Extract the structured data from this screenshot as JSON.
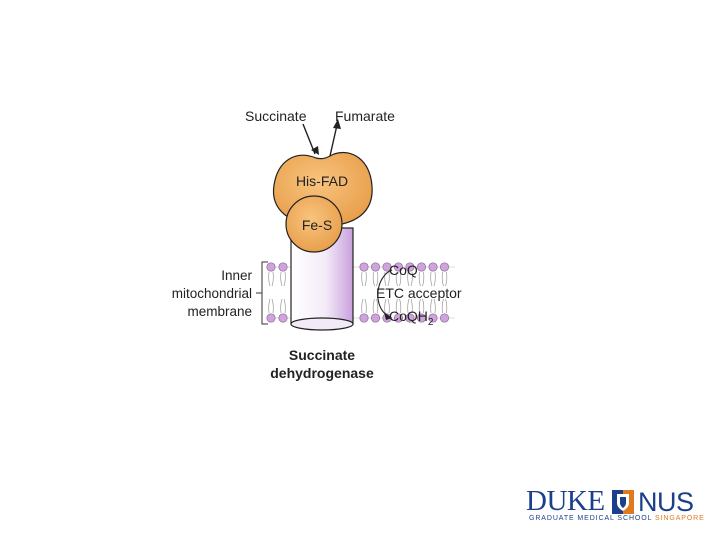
{
  "diagram": {
    "succinate": "Succinate",
    "fumarate": "Fumarate",
    "his_fad": "His-FAD",
    "fe_s": "Fe-S",
    "membrane_label": [
      "Inner",
      "mitochondrial",
      "membrane"
    ],
    "coq": "CoQ",
    "etc_acceptor": "ETC acceptor",
    "coqh2": "CoQH",
    "coqh2_sub": "2",
    "caption": [
      "Succinate",
      "dehydrogenase"
    ]
  },
  "logo": {
    "duke": "DUKE",
    "nus": "NUS",
    "sub_main": "GRADUATE MEDICAL SCHOOL",
    "sub_accent": "SINGAPORE",
    "colors": {
      "blue": "#1c3f8c",
      "orange": "#e07a1f"
    }
  },
  "colors": {
    "enzyme": "#eeaa55",
    "enzyme_outline": "#222222",
    "lipid_head": "#cfa3dc",
    "cylinder_shade": "#c9a0dd"
  }
}
